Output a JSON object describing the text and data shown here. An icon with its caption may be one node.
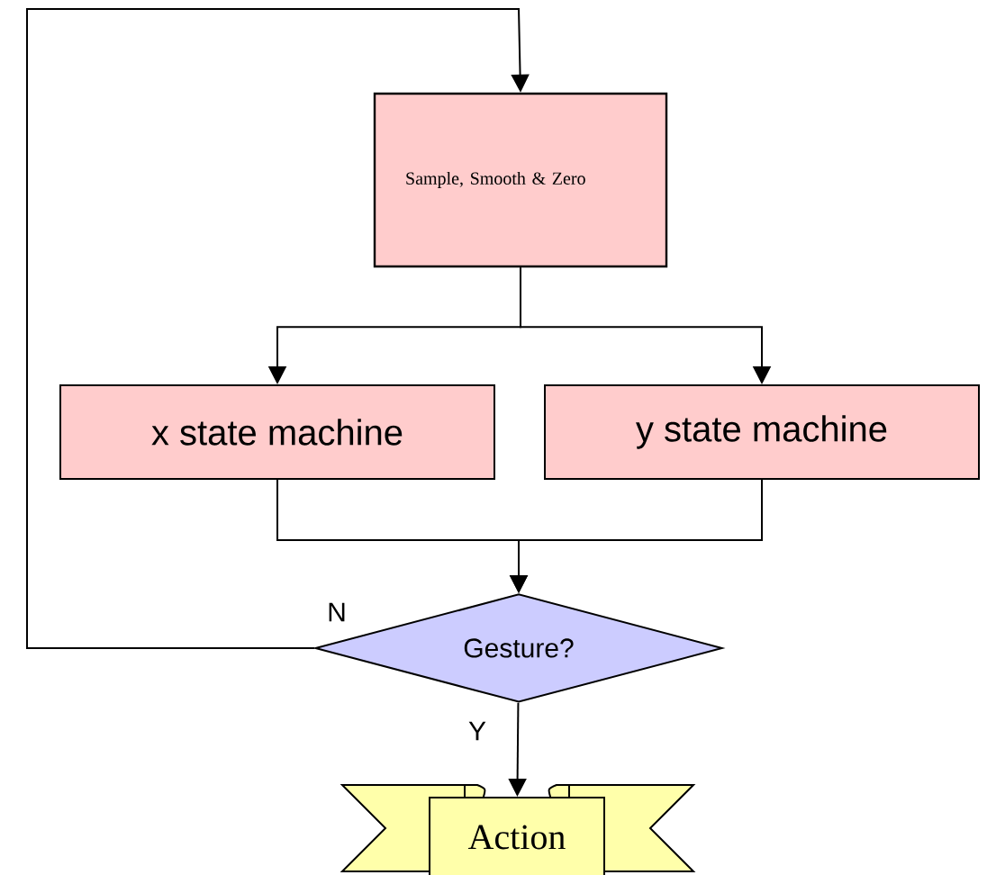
{
  "diagram": {
    "nodes": [
      {
        "text": [
          "Sample, Smooth & Zero"
        ]
      },
      {
        "text": [
          "x state machine"
        ]
      },
      {
        "text": [
          "y state machine"
        ]
      },
      {
        "text": [
          "Gesture?"
        ]
      },
      {
        "text": [
          "Action"
        ]
      }
    ],
    "edges": [
      {
        "from": 0,
        "to": 1,
        "arrow": "to"
      },
      {
        "from": 0,
        "to": 2,
        "arrow": "to"
      },
      {
        "from": 1,
        "to": 3,
        "arrow": "to"
      },
      {
        "from": 2,
        "to": 3,
        "arrow": "to"
      },
      {
        "from": 3,
        "to": 4,
        "arrow": "to",
        "label": "Y"
      },
      {
        "from": 3,
        "to": 0,
        "arrow": "to",
        "label": "N"
      }
    ]
  }
}
